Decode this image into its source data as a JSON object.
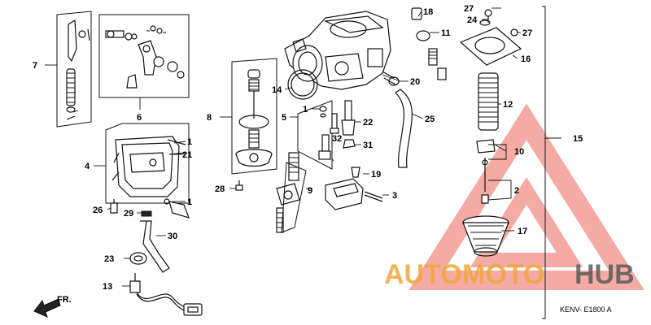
{
  "diagram": {
    "callouts": [
      "1",
      "2",
      "3",
      "4",
      "5",
      "6",
      "7",
      "8",
      "9",
      "10",
      "11",
      "12",
      "13",
      "14",
      "15",
      "16",
      "17",
      "18",
      "19",
      "20",
      "21",
      "22",
      "23",
      "24",
      "25",
      "26",
      "27",
      "28",
      "29",
      "30",
      "31",
      "32"
    ],
    "direction_label": "FR.",
    "diagram_code": "KENV- E1800 A"
  },
  "watermark": {
    "part1": "AUTO",
    "part2": "MOTO",
    "part3": "HUB",
    "color_primary": "#f2a63a",
    "color_secondary": "#5a5a5a",
    "triangle_color": "#e8473b"
  }
}
